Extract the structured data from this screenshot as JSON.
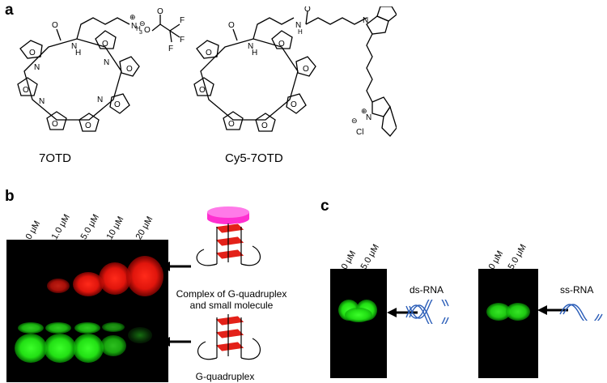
{
  "panels": {
    "a": {
      "label": "a",
      "molecule_1": {
        "name": "7OTD",
        "counter_ion": "CF3COO",
        "amine": "NH3"
      },
      "molecule_2": {
        "name": "Cy5-7OTD",
        "counter_ion": "Cl"
      }
    },
    "b": {
      "label": "b",
      "lanes": [
        "0 μM",
        "1.0 μM",
        "5.0 μM",
        "10 μM",
        "20 μM"
      ],
      "upper_band_label": "Complex of G-quadruplex and small molecule",
      "upper_band_lines": [
        "Complex of G-quadruplex",
        "and small molecule"
      ],
      "lower_band_label": "G-quadruplex",
      "colors": {
        "bound": "#e0150c",
        "unbound": "#22e014"
      }
    },
    "c": {
      "label": "c",
      "gel_1": {
        "lanes": [
          "0 μM",
          "5.0 μM"
        ],
        "label": "ds-RNA"
      },
      "gel_2": {
        "lanes": [
          "0 μM",
          "5.0 μM"
        ],
        "label": "ss-RNA"
      },
      "helix_color": "#2a5db8"
    }
  }
}
